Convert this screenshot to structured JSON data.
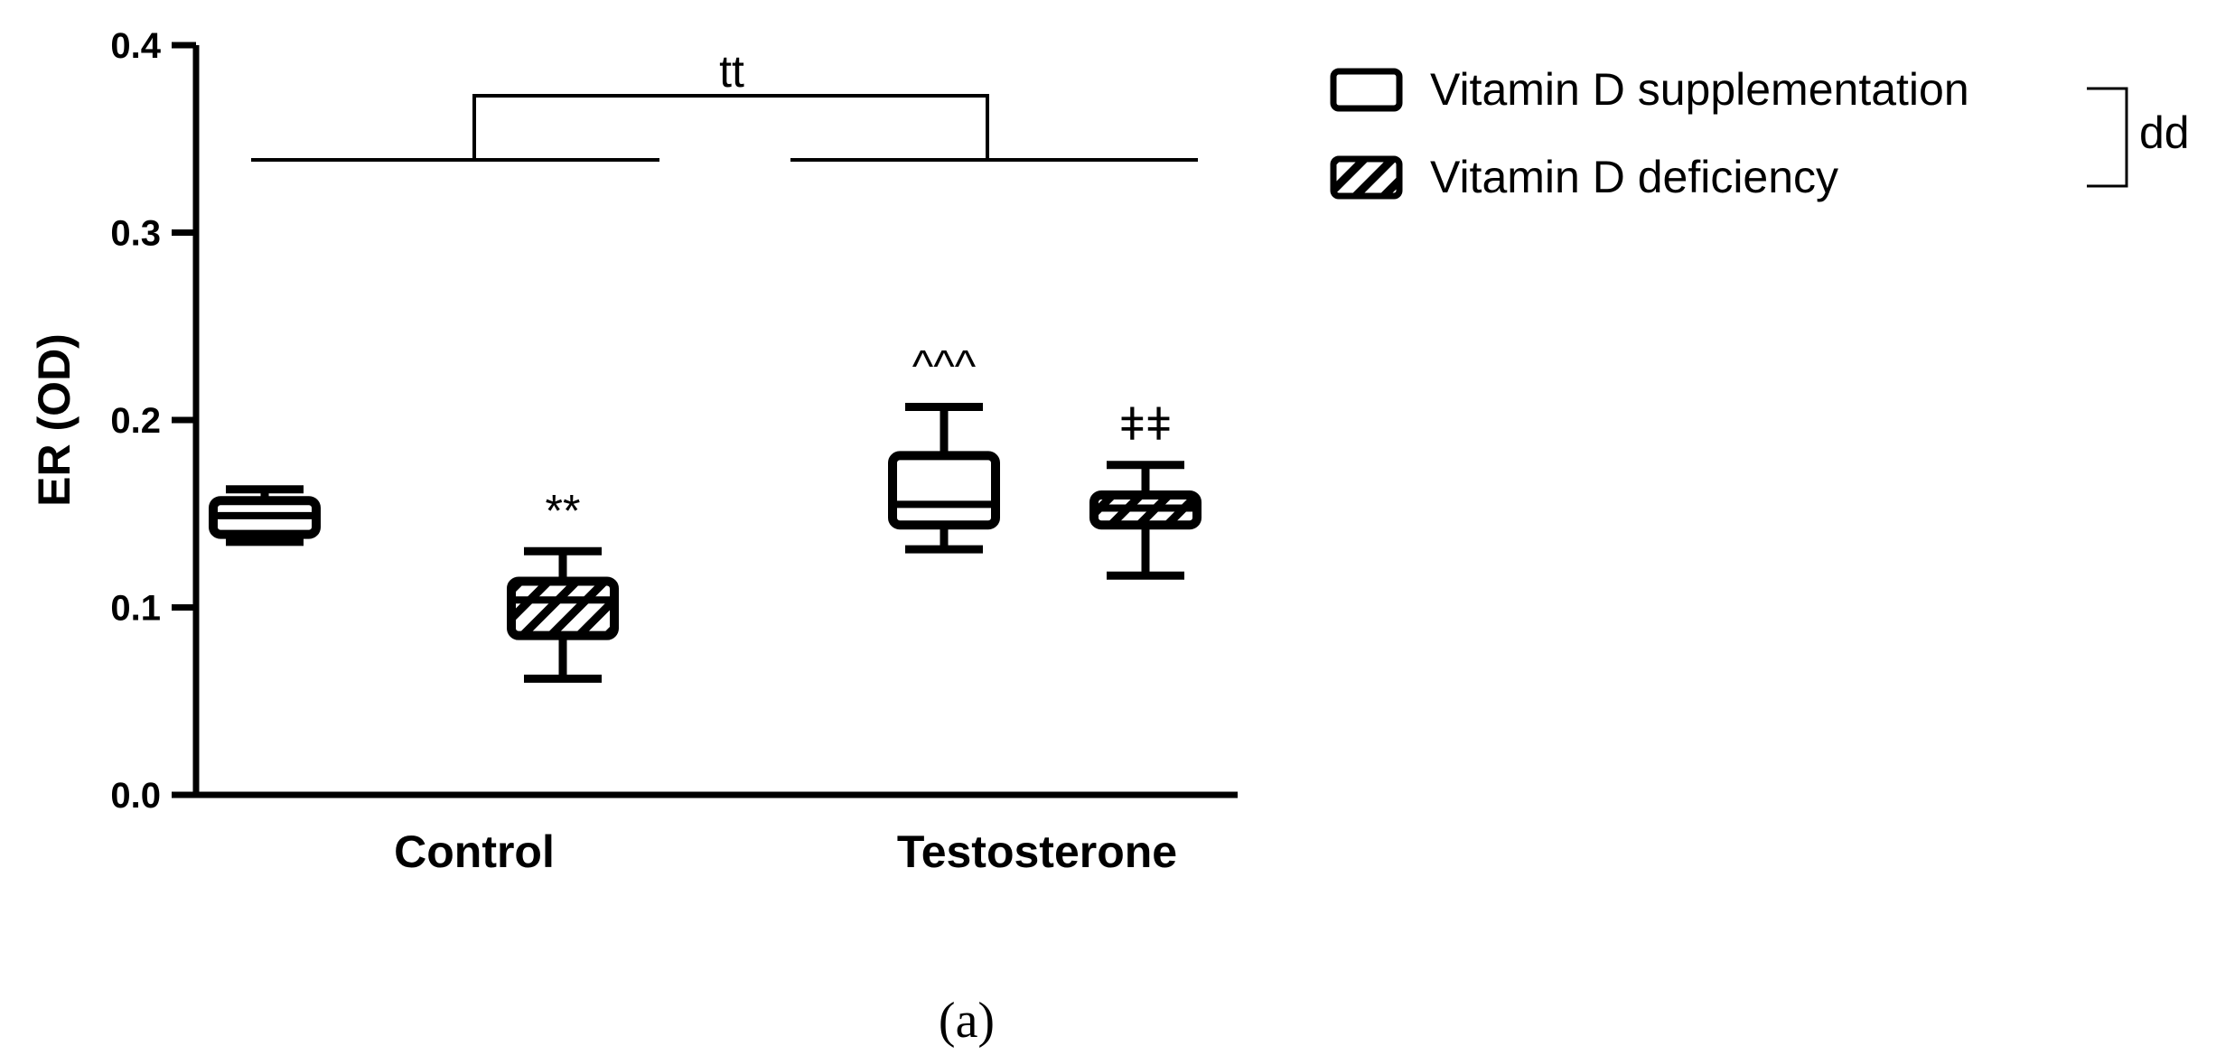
{
  "chart_data": {
    "type": "box",
    "ylabel": "ER (OD)",
    "ylim": [
      0.0,
      0.4
    ],
    "yticks": [
      "0.0",
      "0.1",
      "0.2",
      "0.3",
      "0.4"
    ],
    "categories": [
      "Control",
      "Testosterone"
    ],
    "grid": false,
    "legend_placement": "top-right",
    "series": [
      {
        "name": "Vitamin D supplementation",
        "pattern": "open",
        "boxes": [
          {
            "category": "Control",
            "min": 0.135,
            "q1": 0.139,
            "median": 0.149,
            "q3": 0.157,
            "max": 0.163,
            "annotation": ""
          },
          {
            "category": "Testosterone",
            "min": 0.131,
            "q1": 0.144,
            "median": 0.155,
            "q3": 0.181,
            "max": 0.207,
            "annotation": "^^^"
          }
        ]
      },
      {
        "name": "Vitamin D deficiency",
        "pattern": "hatched",
        "boxes": [
          {
            "category": "Control",
            "min": 0.062,
            "q1": 0.085,
            "median": 0.104,
            "q3": 0.114,
            "max": 0.13,
            "annotation": "**"
          },
          {
            "category": "Testosterone",
            "min": 0.117,
            "q1": 0.144,
            "median": 0.153,
            "q3": 0.16,
            "max": 0.176,
            "annotation": "ǂǂ"
          }
        ]
      }
    ],
    "group_bracket_label": "tt",
    "legend_bracket_label": "dd",
    "panel_label": "(a)"
  }
}
